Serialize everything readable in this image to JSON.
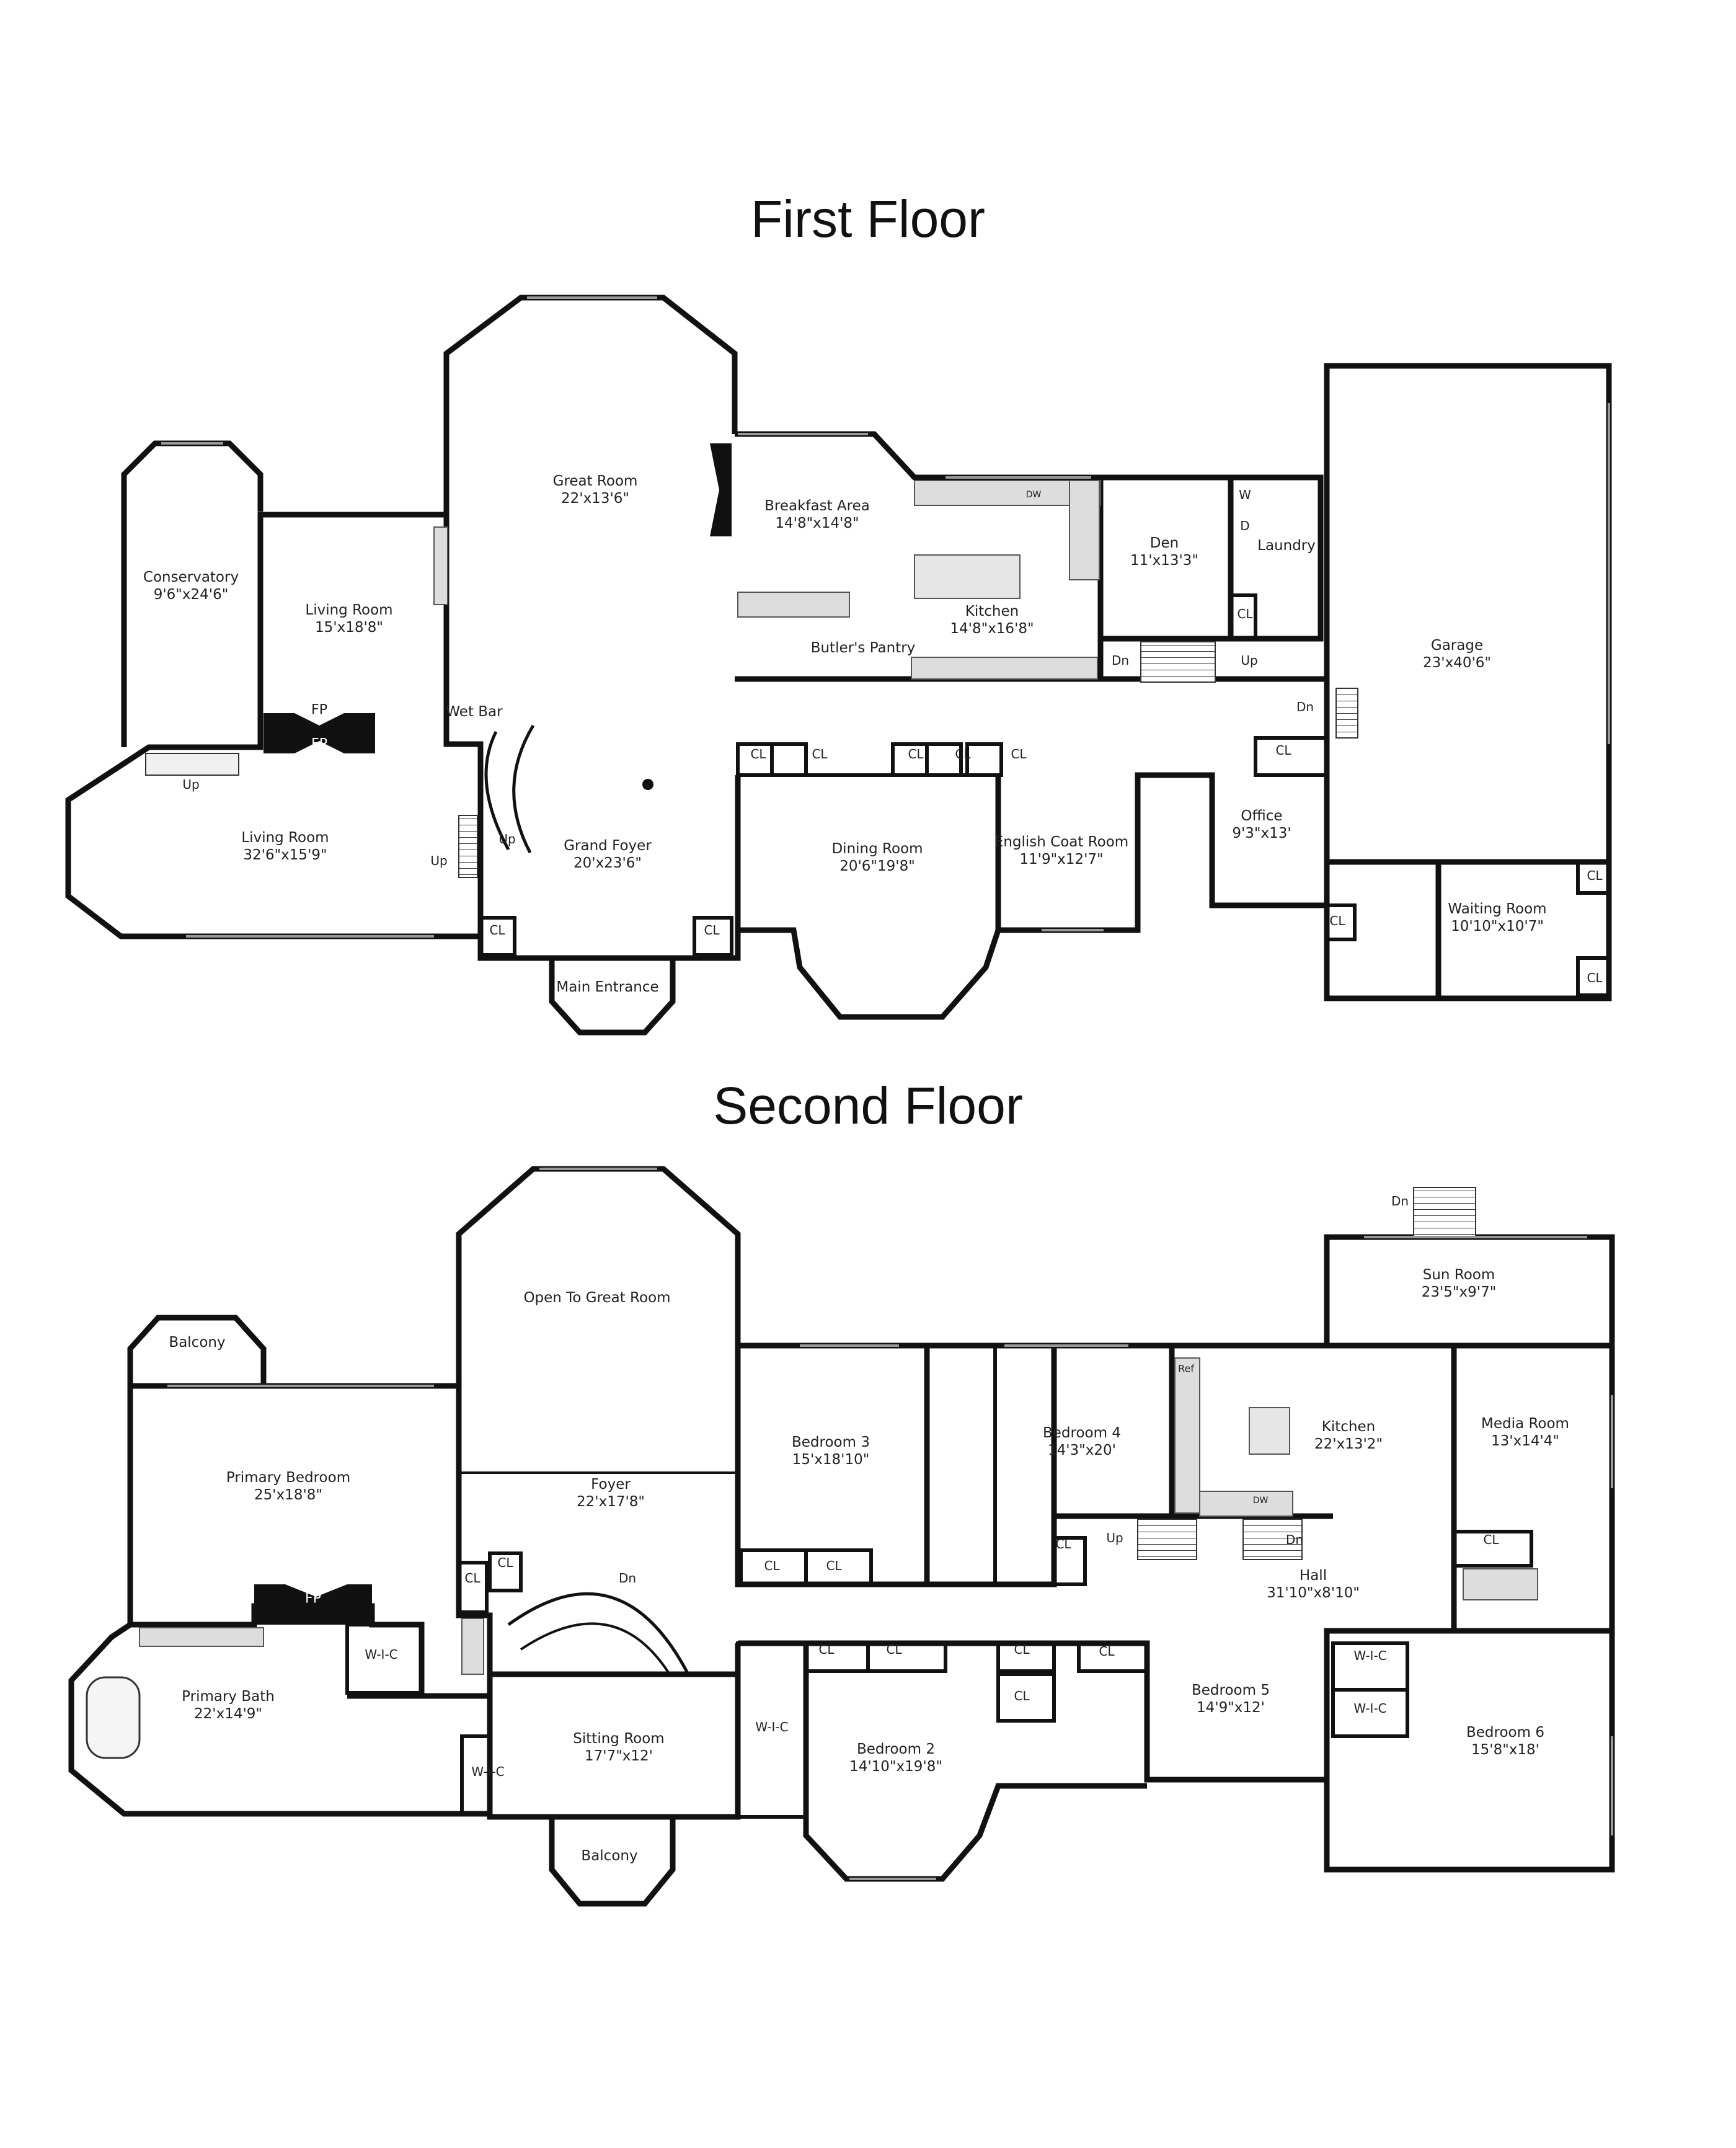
{
  "floors": [
    {
      "title": "First Floor",
      "rooms": [
        {
          "name": "Great Room",
          "dims": "22'x13'6\""
        },
        {
          "name": "Breakfast Area",
          "dims": "14'8\"x14'8\""
        },
        {
          "name": "Kitchen",
          "dims": "14'8\"x16'8\""
        },
        {
          "name": "Den",
          "dims": "11'x13'3\""
        },
        {
          "name": "Laundry",
          "dims": ""
        },
        {
          "name": "Garage",
          "dims": "23'x40'6\""
        },
        {
          "name": "Conservatory",
          "dims": "9'6\"x24'6\""
        },
        {
          "name": "Living Room",
          "dims": "15'x18'8\""
        },
        {
          "name": "Wet Bar",
          "dims": ""
        },
        {
          "name": "Living Room",
          "dims": "32'6\"x15'9\""
        },
        {
          "name": "Grand Foyer",
          "dims": "20'x23'6\""
        },
        {
          "name": "Dining Room",
          "dims": "20'6\"19'8\""
        },
        {
          "name": "English Coat Room",
          "dims": "11'9\"x12'7\""
        },
        {
          "name": "Office",
          "dims": "9'3\"x13'"
        },
        {
          "name": "Waiting Room",
          "dims": "10'10\"x10'7\""
        },
        {
          "name": "Main Entrance",
          "dims": ""
        },
        {
          "name": "Butler's Pantry",
          "dims": ""
        }
      ],
      "marks": [
        "CL",
        "Up",
        "Dn",
        "FP",
        "W",
        "D",
        "DW"
      ]
    },
    {
      "title": "Second Floor",
      "rooms": [
        {
          "name": "Open To Great Room",
          "dims": ""
        },
        {
          "name": "Balcony",
          "dims": ""
        },
        {
          "name": "Primary Bedroom",
          "dims": "25'x18'8\""
        },
        {
          "name": "Foyer",
          "dims": "22'x17'8\""
        },
        {
          "name": "Bedroom 3",
          "dims": "15'x18'10\""
        },
        {
          "name": "Bedroom 4",
          "dims": "14'3\"x20'"
        },
        {
          "name": "Kitchen",
          "dims": "22'x13'2\""
        },
        {
          "name": "Sun Room",
          "dims": "23'5\"x9'7\""
        },
        {
          "name": "Media Room",
          "dims": "13'x14'4\""
        },
        {
          "name": "Hall",
          "dims": "31'10\"x8'10\""
        },
        {
          "name": "Primary Bath",
          "dims": "22'x14'9\""
        },
        {
          "name": "Sitting Room",
          "dims": "17'7\"x12'"
        },
        {
          "name": "Bedroom 2",
          "dims": "14'10\"x19'8\""
        },
        {
          "name": "Bedroom 5",
          "dims": "14'9\"x12'"
        },
        {
          "name": "Bedroom 6",
          "dims": "15'8\"x18'"
        },
        {
          "name": "Balcony",
          "dims": ""
        }
      ],
      "marks": [
        "CL",
        "W-I-C",
        "Up",
        "Dn",
        "FP",
        "Ref",
        "DW"
      ]
    }
  ]
}
